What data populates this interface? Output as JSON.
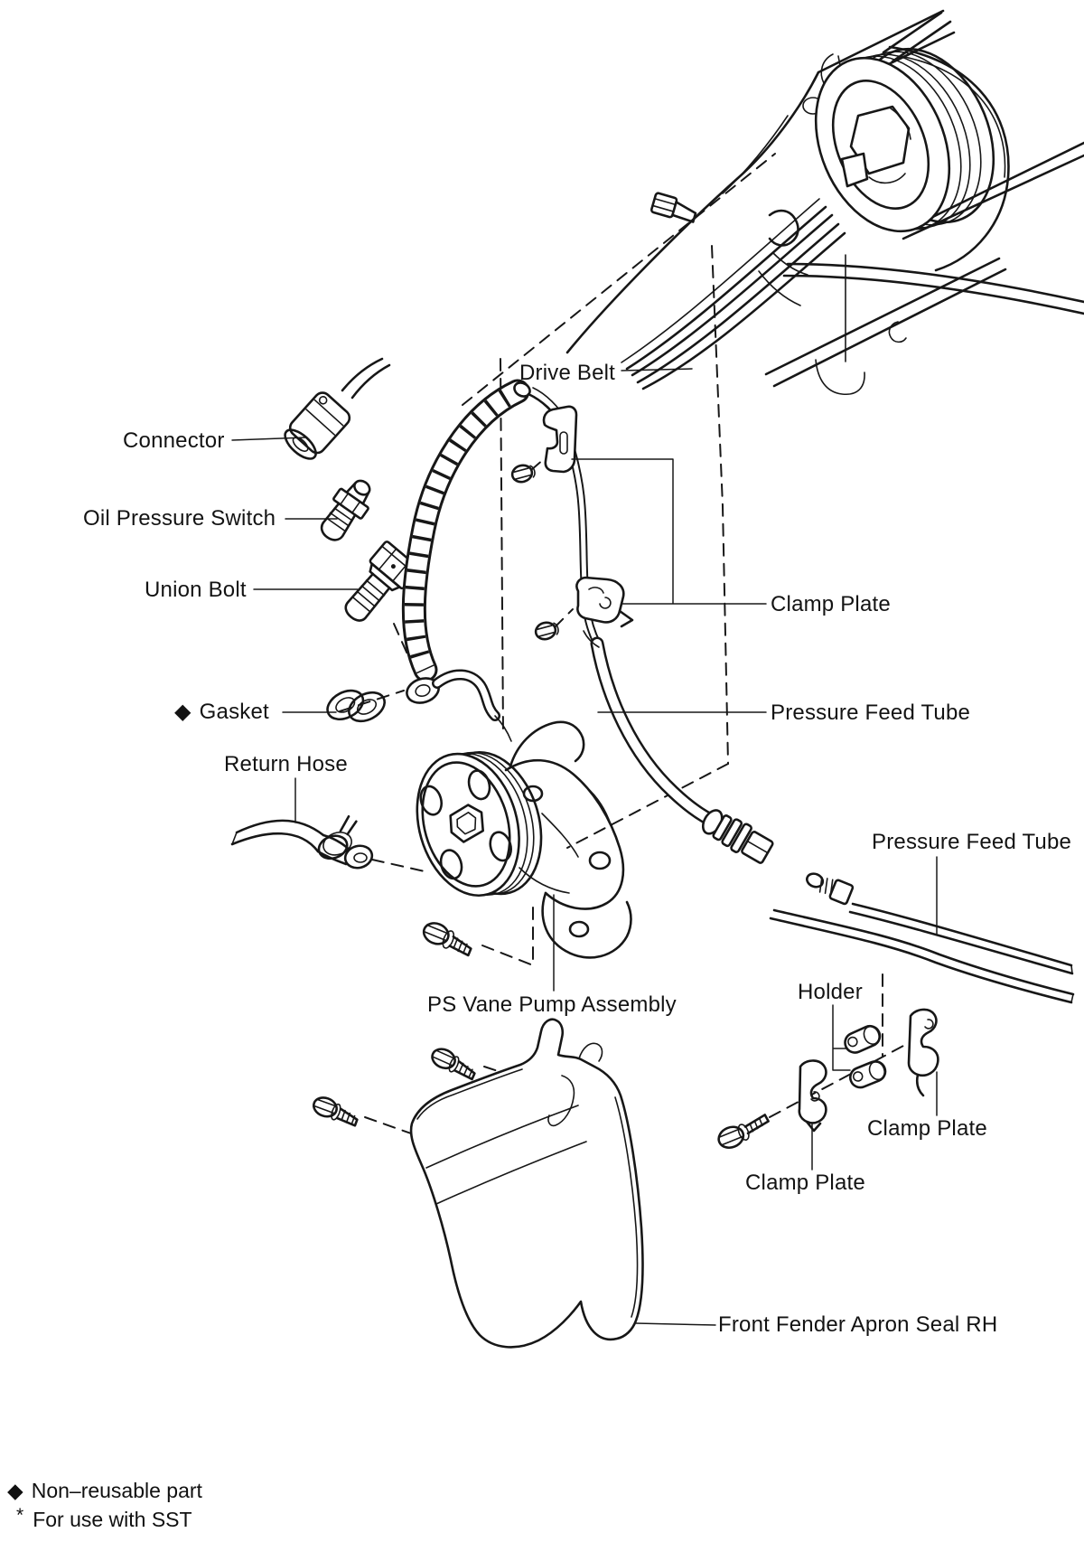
{
  "page": {
    "background": "#ffffff",
    "ink": "#1b1b1b"
  },
  "callouts": {
    "drive_belt": "Drive Belt",
    "connector": "Connector",
    "oil_pressure_switch": "Oil Pressure Switch",
    "union_bolt": "Union Bolt",
    "gasket_marker": "◆",
    "gasket": "Gasket",
    "return_hose": "Return Hose",
    "clamp_plate_top": "Clamp Plate",
    "pressure_feed_tube_upper": "Pressure Feed Tube",
    "pressure_feed_tube_lower": "Pressure Feed Tube",
    "holder": "Holder",
    "clamp_plate_right": "Clamp Plate",
    "clamp_plate_left": "Clamp Plate",
    "ps_vane_pump_assembly": "PS Vane Pump Assembly",
    "front_fender_apron_seal_rh": "Front Fender Apron Seal RH"
  },
  "legend": {
    "non_reusable_marker": "◆",
    "non_reusable_text": "Non–reusable part",
    "sst_marker": "*",
    "sst_text": "For use with SST"
  }
}
